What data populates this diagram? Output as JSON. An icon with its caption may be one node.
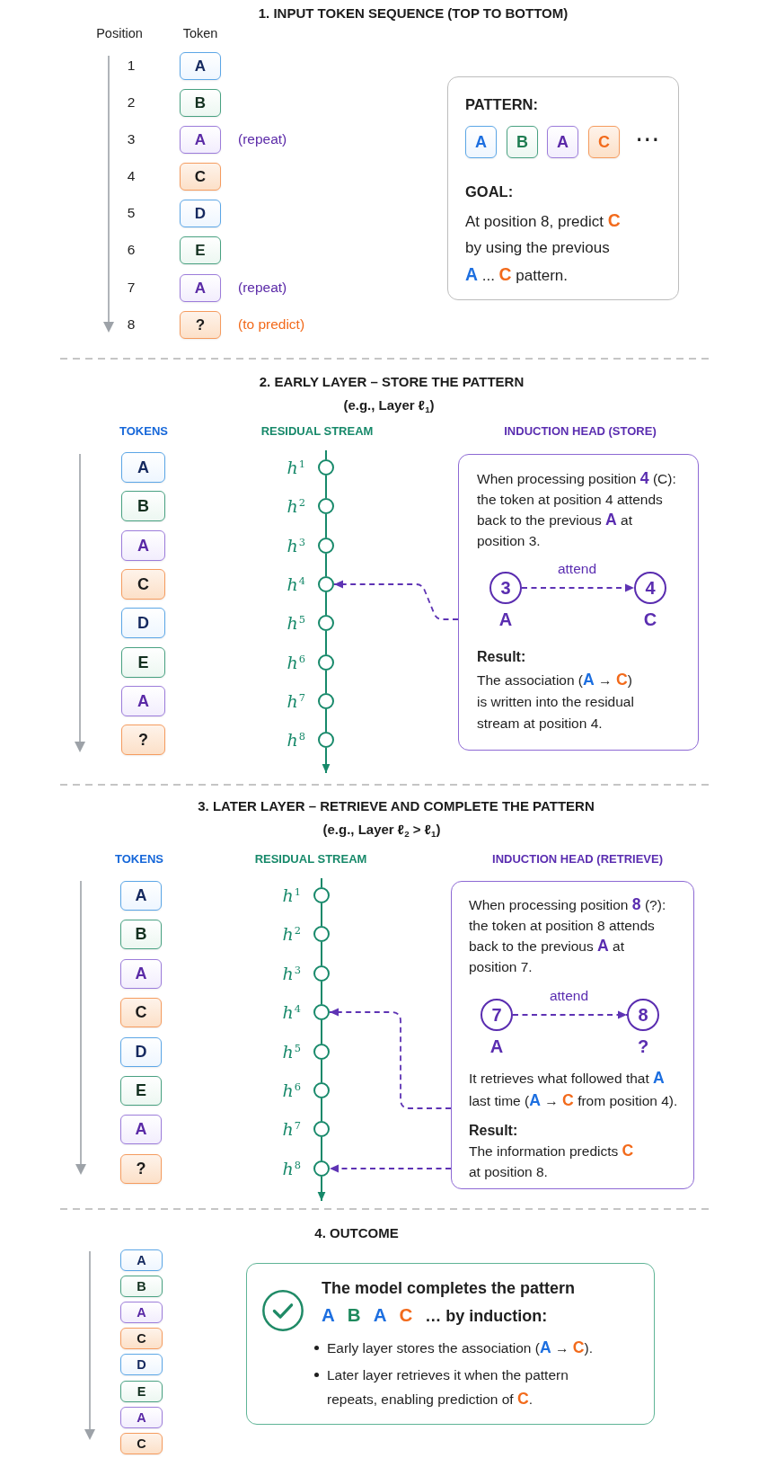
{
  "diagram": {
    "nodes": [
      {
        "text": [
          "A"
        ]
      },
      {
        "text": [
          "B"
        ]
      },
      {
        "text": [
          "A"
        ],
        "beside": [
          "(repeat)"
        ]
      },
      {
        "text": [
          "C"
        ]
      },
      {
        "text": [
          "D"
        ]
      },
      {
        "text": [
          "E"
        ]
      },
      {
        "text": [
          "A"
        ],
        "beside": [
          "(repeat)"
        ]
      },
      {
        "text": [
          "?"
        ],
        "beside": [
          "(to predict)"
        ]
      },
      {
        "text": [
          "PATTERN:",
          "GOAL:",
          "At position 8, predict **C** by using the previous **A** ... **C** pattern."
        ]
      },
      {
        "text": [
          "A"
        ],
        "in": 8
      },
      {
        "text": [
          "B"
        ],
        "in": 8
      },
      {
        "text": [
          "A"
        ],
        "in": 8
      },
      {
        "text": [
          "C"
        ],
        "in": 8
      },
      {
        "text": [
          "A"
        ]
      },
      {
        "text": [
          "B"
        ]
      },
      {
        "text": [
          "A"
        ]
      },
      {
        "text": [
          "C"
        ]
      },
      {
        "text": [
          "D"
        ]
      },
      {
        "text": [
          "E"
        ]
      },
      {
        "text": [
          "A"
        ]
      },
      {
        "text": [
          "?"
        ]
      },
      {
        "text": [],
        "shape": "circle",
        "beside": [
          "*h*$^{1}$"
        ]
      },
      {
        "text": [],
        "shape": "circle",
        "beside": [
          "*h*$^{2}$"
        ]
      },
      {
        "text": [],
        "shape": "circle",
        "beside": [
          "*h*$^{3}$"
        ]
      },
      {
        "text": [],
        "shape": "circle",
        "beside": [
          "*h*$^{4}$"
        ]
      },
      {
        "text": [],
        "shape": "circle",
        "beside": [
          "*h*$^{5}$"
        ]
      },
      {
        "text": [],
        "shape": "circle",
        "beside": [
          "*h*$^{6}$"
        ]
      },
      {
        "text": [],
        "shape": "circle",
        "beside": [
          "*h*$^{7}$"
        ]
      },
      {
        "text": [],
        "shape": "circle",
        "beside": [
          "*h*$^{8}$"
        ]
      },
      {
        "text": [
          "When processing position **4** (C): the token at position 4 attends back to the previous **A** at position 3.",
          "Result:",
          "The association (**A** → **C**) is written into the residual stream at position 4."
        ]
      },
      {
        "text": [
          "3"
        ],
        "in": 29,
        "beside": [
          "A"
        ]
      },
      {
        "text": [
          "4"
        ],
        "in": 29,
        "beside": [
          "C"
        ]
      },
      {
        "text": [
          "A"
        ]
      },
      {
        "text": [
          "B"
        ]
      },
      {
        "text": [
          "A"
        ]
      },
      {
        "text": [
          "C"
        ]
      },
      {
        "text": [
          "D"
        ]
      },
      {
        "text": [
          "E"
        ]
      },
      {
        "text": [
          "A"
        ]
      },
      {
        "text": [
          "?"
        ]
      },
      {
        "text": [],
        "shape": "circle",
        "beside": [
          "*h*$^{1}$"
        ]
      },
      {
        "text": [],
        "shape": "circle",
        "beside": [
          "*h*$^{2}$"
        ]
      },
      {
        "text": [],
        "shape": "circle",
        "beside": [
          "*h*$^{3}$"
        ]
      },
      {
        "text": [],
        "shape": "circle",
        "beside": [
          "*h*$^{4}$"
        ]
      },
      {
        "text": [],
        "shape": "circle",
        "beside": [
          "*h*$^{5}$"
        ]
      },
      {
        "text": [],
        "shape": "circle",
        "beside": [
          "*h*$^{6}$"
        ]
      },
      {
        "text": [],
        "shape": "circle",
        "beside": [
          "*h*$^{7}$"
        ]
      },
      {
        "text": [],
        "shape": "circle",
        "beside": [
          "*h*$^{8}$"
        ]
      },
      {
        "text": [
          "When processing position **8** (?): the token at position 8 attends back to the previous **A** at position 7.",
          "It retrieves what followed that **A** last time (**A** → **C** from position 4).",
          "Result:",
          "The information predicts **C** at position 8."
        ]
      },
      {
        "text": [
          "7"
        ],
        "in": 48,
        "beside": [
          "A"
        ]
      },
      {
        "text": [
          "8"
        ],
        "in": 48,
        "beside": [
          "?"
        ]
      },
      {
        "text": [
          "A"
        ]
      },
      {
        "text": [
          "B"
        ]
      },
      {
        "text": [
          "A"
        ]
      },
      {
        "text": [
          "C"
        ]
      },
      {
        "text": [
          "D"
        ]
      },
      {
        "text": [
          "E"
        ]
      },
      {
        "text": [
          "A"
        ]
      },
      {
        "text": [
          "C"
        ]
      },
      {
        "text": [
          "The model completes the pattern **A** **B** **A** **C** … by induction:",
          "Early layer stores the association (**A** → **C**).",
          "Later layer retrieves it when the pattern repeats, enabling prediction of **C**."
        ]
      }
    ],
    "edges": [
      {
        "from": null,
        "to": 21,
        "arrow": "none"
      },
      {
        "from": 21,
        "to": 22,
        "arrow": "none"
      },
      {
        "from": 22,
        "to": 23,
        "arrow": "none"
      },
      {
        "from": 23,
        "to": 24,
        "arrow": "none"
      },
      {
        "from": 24,
        "to": 25,
        "arrow": "none"
      },
      {
        "from": 25,
        "to": 26,
        "arrow": "none"
      },
      {
        "from": 26,
        "to": 27,
        "arrow": "none"
      },
      {
        "from": 27,
        "to": 28,
        "arrow": "none"
      },
      {
        "from": 28,
        "to": null,
        "arrow": "to"
      },
      {
        "from": 30,
        "to": 31,
        "arrow": "to",
        "label": "attend",
        "style": "dashed",
        "color": "#5e33b4"
      },
      {
        "from": 29,
        "to": 24,
        "arrow": "to",
        "style": "dashed",
        "color": "#5e33b4"
      },
      {
        "from": null,
        "to": 40,
        "arrow": "none"
      },
      {
        "from": 40,
        "to": 41,
        "arrow": "none"
      },
      {
        "from": 41,
        "to": 42,
        "arrow": "none"
      },
      {
        "from": 42,
        "to": 43,
        "arrow": "none"
      },
      {
        "from": 43,
        "to": 44,
        "arrow": "none"
      },
      {
        "from": 44,
        "to": 45,
        "arrow": "none"
      },
      {
        "from": 45,
        "to": 46,
        "arrow": "none"
      },
      {
        "from": 46,
        "to": 47,
        "arrow": "none"
      },
      {
        "from": 47,
        "to": null,
        "arrow": "to"
      },
      {
        "from": 49,
        "to": 50,
        "arrow": "to",
        "label": "attend",
        "style": "dashed",
        "color": "#5e33b4"
      },
      {
        "from": 48,
        "to": 43,
        "arrow": "to",
        "style": "dashed",
        "color": "#5e33b4"
      },
      {
        "from": 48,
        "to": 47,
        "arrow": "to",
        "style": "dashed",
        "color": "#5e33b4"
      }
    ],
    "labels": [
      "1. INPUT TOKEN SEQUENCE (TOP TO BOTTOM)",
      "Position",
      "Token",
      "1",
      "2",
      "3",
      "⋯",
      "4",
      "5",
      "6",
      "7",
      "8",
      "2. EARLY LAYER – STORE THE PATTERN",
      "(e.g., Layer ℓ$_{1}$)",
      "TOKENS",
      "RESIDUAL STREAM",
      "INDUCTION HEAD (STORE)",
      "3. LATER LAYER – RETRIEVE AND COMPLETE THE PATTERN",
      "(e.g., Layer ℓ$_{2}$ > ℓ$_{1}$)",
      "TOKENS",
      "RESIDUAL STREAM",
      "INDUCTION HEAD (RETRIEVE)",
      "4. OUTCOME"
    ]
  }
}
